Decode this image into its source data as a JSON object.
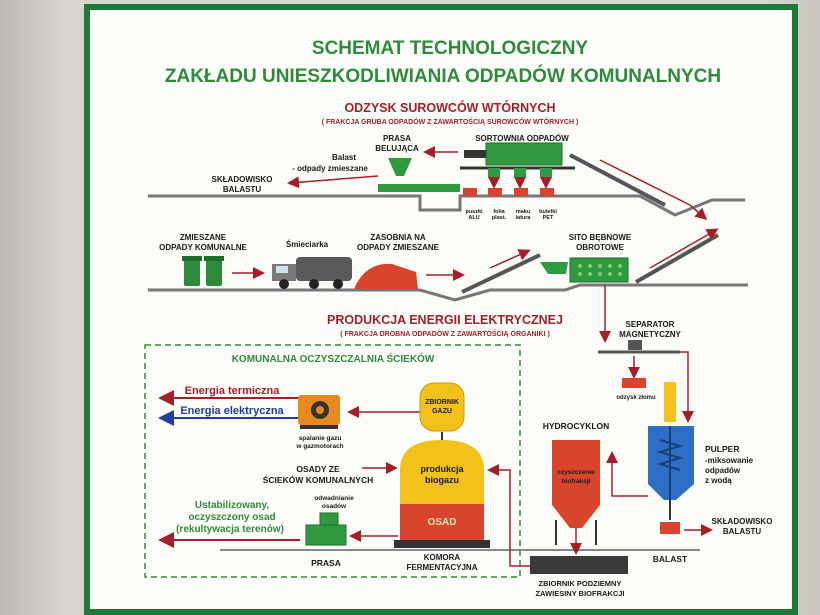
{
  "title": {
    "line1": "SCHEMAT TECHNOLOGICZNY",
    "line2": "ZAKŁADU UNIESZKODLIWIANIA ODPADÓW KOMUNALNYCH"
  },
  "recovery": {
    "heading": "ODZYSK SUROWCÓW WTÓRNYCH",
    "subheading": "( FRAKCJA GRUBA ODPADÓW Z ZAWARTOŚCIĄ SUROWCÓW WTÓRNYCH )"
  },
  "energy": {
    "heading": "PRODUKCJA ENERGII ELEKTRYCZNEJ",
    "subheading": "( FRAKCJA DROBNA ODPADÓW Z ZAWARTOŚCIĄ ORGANIKI )"
  },
  "labels": {
    "prasa_belujaca_1": "PRASA",
    "prasa_belujaca_2": "BELUJĄCA",
    "sortownia": "SORTOWNIA ODPADÓW",
    "balast_1": "Balast",
    "balast_2": "- odpady zmieszane",
    "skladowisko_top_1": "SKŁADOWISKO",
    "skladowisko_top_2": "BALASTU",
    "puszki_1": "puszki",
    "puszki_2": "ALU",
    "folia_1": "folia",
    "folia_2": "plast.",
    "makulatura_1": "maku",
    "makulatura_2": "latura",
    "butelki_1": "butelki",
    "butelki_2": "PET",
    "zmieszane_1": "ZMIESZANE",
    "zmieszane_2": "ODPADY KOMUNALNE",
    "smieciarka": "Śmieciarka",
    "zasobnia_1": "ZASOBNIA NA",
    "zasobnia_2": "ODPADY ZMIESZANE",
    "sito_1": "SITO BĘBNOWE",
    "sito_2": "OBROTOWE",
    "separator_1": "SEPARATOR",
    "separator_2": "MAGNETYCZNY",
    "odzysk_zlomu": "odzysk złomu",
    "oczyszczalnia": "KOMUNALNA OCZYSZCZALNIA ŚCIEKÓW",
    "energia_termiczna": "Energia termiczna",
    "energia_elektryczna": "Energia elektryczna",
    "spalanie_1": "spalanie gazu",
    "spalanie_2": "w gazmotorach",
    "zbiornik_gazu_1": "ZBIORNIK",
    "zbiornik_gazu_2": "GAZU",
    "osady_1": "OSADY ZE",
    "osady_2": "ŚCIEKÓW KOMUNALNYCH",
    "produkcja_1": "produkcja",
    "produkcja_2": "biogazu",
    "osad": "OSAD",
    "odwadnianie_1": "odwadnianie",
    "odwadnianie_2": "osadów",
    "ustab_1": "Ustabilizowany,",
    "ustab_2": "oczyszczony osad",
    "ustab_3": "(rekultywacja terenów)",
    "prasa": "PRASA",
    "komora_1": "KOMORA",
    "komora_2": "FERMENTACYJNA",
    "hydrocyklon": "HYDROCYKLON",
    "czyszczenie_1": "czyszczenie",
    "czyszczenie_2": "biofrakcji",
    "pulper_1": "PULPER",
    "pulper_2": "-miksowanie",
    "pulper_3": "odpadów",
    "pulper_4": "z wodą",
    "skladowisko_bottom_1": "SKŁADOWISKO",
    "skladowisko_bottom_2": "BALASTU",
    "balast_bottom": "BALAST",
    "zbiornik_podz_1": "ZBIORNIK PODZIEMNY",
    "zbiornik_podz_2": "ZAWIESINY BIOFRAKCJI"
  },
  "colors": {
    "green": "#2f8a3e",
    "red": "#a3202a",
    "blue": "#1f3f9a",
    "orange": "#e58a1f",
    "yellow": "#f2c21b",
    "frame": "#1f7a3a"
  }
}
